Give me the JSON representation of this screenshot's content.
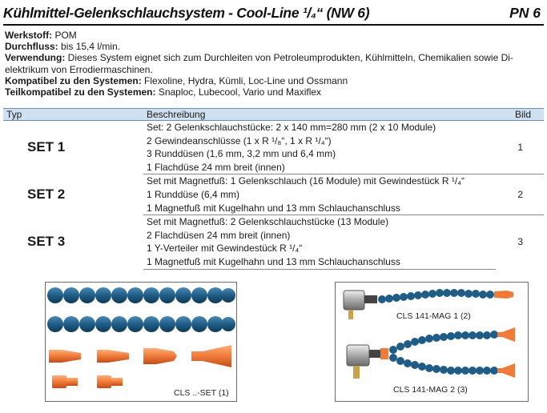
{
  "header": {
    "title": "Kühlmittel-Gelenkschlauchsystem - Cool-Line ¹/₄“ (NW 6)",
    "code": "PN 6"
  },
  "info": [
    {
      "key": "Werkstoff:",
      "value": " POM"
    },
    {
      "key": "Durchfluss:",
      "value": " bis 15,4 l/min."
    },
    {
      "key": "Verwendung:",
      "value": " Dieses System eignet sich zum Durchleiten von Petroleumprodukten, Kühlmitteln, Chemikalien sowie Di-elektrikum von Errodiermaschinen."
    },
    {
      "key": "Kompatibel zu den Systemen:",
      "value": " Flexoline, Hydra, Kümli, Loc-Line und Ossmann"
    },
    {
      "key": "Teilkompatibel zu den Systemen:",
      "value": " Snaploc, Lubecool, Vario und Maxiflex"
    }
  ],
  "table": {
    "headers": {
      "typ": "Typ",
      "beschreibung": "Beschreibung",
      "bild": "Bild"
    },
    "sets": [
      {
        "name": "SET 1",
        "bild": "1",
        "lines": [
          "Set: 2 Gelenkschlauchstücke: 2 x 140 mm=280 mm (2 x 10 Module)",
          "2 Gewindeanschlüsse (1 x R ¹/₈“, 1 x R ¹/₄“)",
          "3 Runddüsen (1,6 mm, 3,2 mm und 6,4 mm)",
          "1 Flachdüse 24 mm breit (innen)"
        ]
      },
      {
        "name": "SET 2",
        "bild": "2",
        "lines": [
          "Set mit Magnetfuß: 1 Gelenkschlauch (16 Module) mit Gewindestück R ¹/₄“",
          "1 Runddüse (6,4 mm)",
          "1 Magnetfuß mit Kugelhahn und 13 mm Schlauchanschluss"
        ]
      },
      {
        "name": "SET 3",
        "bild": "3",
        "lines": [
          "Set mit Magnetfuß: 2 Gelenkschlauchstücke (13 Module)",
          "2 Flachdüsen 24 mm breit (innen)",
          "1 Y-Verteiler mit Gewindestück R ¹/₄“",
          "1 Magnetfuß mit Kugelhahn und 13 mm Schlauchanschluss"
        ]
      }
    ]
  },
  "images": {
    "photo1_caption": "CLS ..-SET (1)",
    "photo2_caption_1": "CLS 141-MAG 1 (2)",
    "photo2_caption_2": "CLS 141-MAG 2 (3)"
  },
  "colors": {
    "hose_blue": "#1f5d86",
    "nozzle_orange": "#f07a3a",
    "header_fill": "#cfe0f1"
  }
}
